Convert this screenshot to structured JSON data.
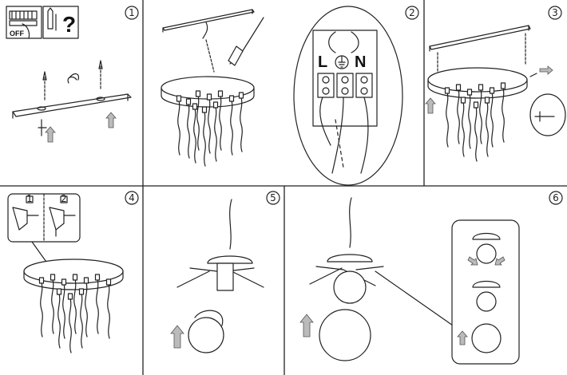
{
  "steps": [
    {
      "number": "1"
    },
    {
      "number": "2",
      "terminal_labels": {
        "live": "L",
        "neutral": "N"
      }
    },
    {
      "number": "3"
    },
    {
      "number": "4",
      "insets": [
        "1",
        "2"
      ]
    },
    {
      "number": "5"
    },
    {
      "number": "6"
    }
  ],
  "step1": {
    "off_label": "OFF",
    "question_label": "?"
  },
  "colors": {
    "line": "#222222",
    "arrow_fill": "#bbbbbb",
    "panel_background": "#ffffff"
  }
}
